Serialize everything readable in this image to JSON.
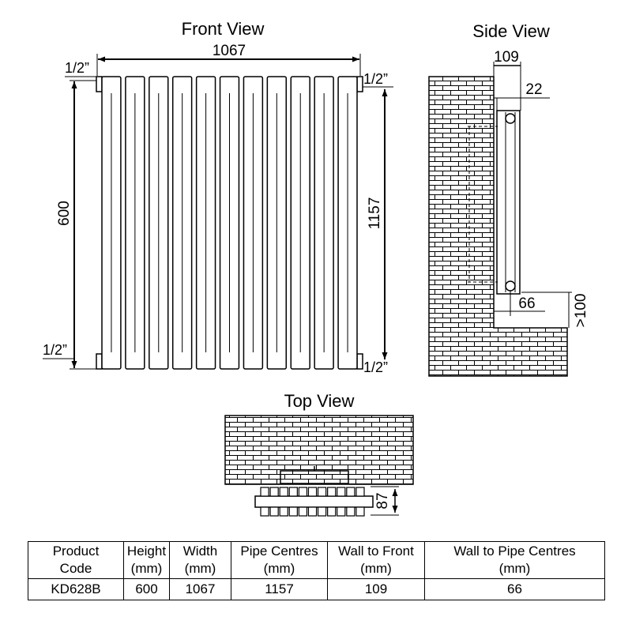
{
  "views": {
    "front": {
      "title": "Front View",
      "width_label": "1067",
      "height_label": "600",
      "pipe_centres_label": "1157",
      "conn_top_left": "1/2”",
      "conn_top_right": "1/2”",
      "conn_bottom_left": "1/2”",
      "conn_bottom_right": "1/2”",
      "column_count": 11
    },
    "side": {
      "title": "Side View",
      "wall_to_front_label": "109",
      "bracket_label": "22",
      "wall_to_pipe_label": "66",
      "floor_clearance_label": ">100"
    },
    "top": {
      "title": "Top View",
      "depth_label": "87",
      "column_count": 11
    }
  },
  "table": {
    "headers": [
      [
        "Product",
        "Code"
      ],
      [
        "Height",
        "(mm)"
      ],
      [
        "Width",
        "(mm)"
      ],
      [
        "Pipe Centres",
        "(mm)"
      ],
      [
        "Wall to Front",
        "(mm)"
      ],
      [
        "Wall to Pipe Centres",
        "(mm)"
      ]
    ],
    "rows": [
      [
        "KD628B",
        "600",
        "1067",
        "1157",
        "109",
        "66"
      ]
    ]
  }
}
